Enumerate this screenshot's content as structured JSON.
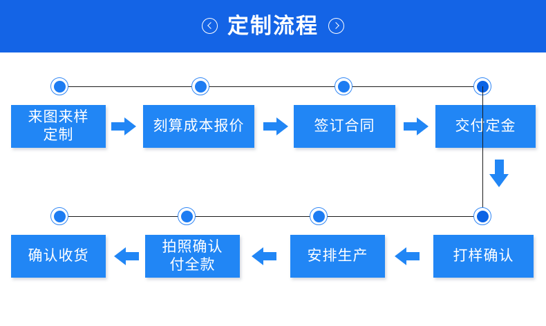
{
  "header": {
    "title": "定制流程",
    "left_icon": "circled-left-arrow-icon",
    "right_icon": "circled-right-arrow-icon",
    "background_color": "#1464e6",
    "text_color": "#ffffff"
  },
  "theme": {
    "box_color": "#2186f5",
    "node_fill": "#1d7cf2",
    "node_ring": "#2f86f5",
    "rail_color": "#1a1a1a",
    "arrow_color": "#2186f5",
    "page_background": "#ffffff"
  },
  "flow": {
    "type": "process-flow",
    "direction": "serpentine-left-to-right-then-right-to-left",
    "rows": [
      {
        "row": 1,
        "direction": "left-to-right",
        "steps": [
          {
            "index": 1,
            "label_line1": "来图来样",
            "label_line2": "定制"
          },
          {
            "index": 2,
            "label_line1": "刻算成本报价",
            "label_line2": ""
          },
          {
            "index": 3,
            "label_line1": "签订合同",
            "label_line2": ""
          },
          {
            "index": 4,
            "label_line1": "交付定金",
            "label_line2": ""
          }
        ],
        "connector_icons": [
          "right-arrow-icon",
          "right-arrow-icon",
          "right-arrow-icon"
        ]
      },
      {
        "row": 2,
        "direction": "right-to-left",
        "steps": [
          {
            "index": 8,
            "label_line1": "确认收货",
            "label_line2": ""
          },
          {
            "index": 7,
            "label_line1": "拍照确认",
            "label_line2": "付全款"
          },
          {
            "index": 6,
            "label_line1": "安排生产",
            "label_line2": ""
          },
          {
            "index": 5,
            "label_line1": "打样确认",
            "label_line2": ""
          }
        ],
        "connector_icons": [
          "left-arrow-icon",
          "left-arrow-icon",
          "left-arrow-icon"
        ]
      }
    ],
    "row_transition_icon": "down-arrow-icon",
    "node_count_per_row": 4
  }
}
